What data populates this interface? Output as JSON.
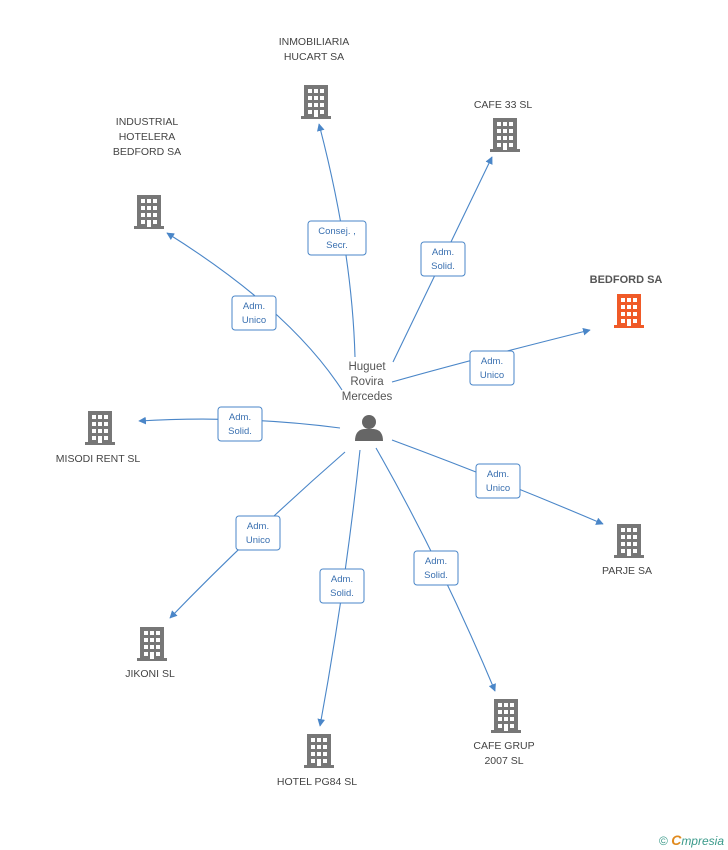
{
  "center": {
    "name_lines": [
      "Huguet",
      "Rovira",
      "Mercedes"
    ],
    "icon": "person-icon"
  },
  "companies": [
    {
      "id": "inmobiliaria-hucart",
      "lines": [
        "INMOBILIARIA",
        "HUCART SA"
      ],
      "role_lines": [
        "Consej. ,",
        "Secr."
      ],
      "highlight": false
    },
    {
      "id": "cafe-33",
      "lines": [
        "CAFE 33 SL"
      ],
      "role_lines": [
        "Adm.",
        "Solid."
      ],
      "highlight": false
    },
    {
      "id": "industrial-hotelera-bedford",
      "lines": [
        "INDUSTRIAL",
        "HOTELERA",
        "BEDFORD SA"
      ],
      "role_lines": [
        "Adm.",
        "Unico"
      ],
      "highlight": false
    },
    {
      "id": "bedford",
      "lines": [
        "BEDFORD SA"
      ],
      "role_lines": [
        "Adm.",
        "Unico"
      ],
      "highlight": true
    },
    {
      "id": "misodi-rent",
      "lines": [
        "MISODI RENT SL"
      ],
      "role_lines": [
        "Adm.",
        "Solid."
      ],
      "highlight": false
    },
    {
      "id": "parje",
      "lines": [
        "PARJE SA"
      ],
      "role_lines": [
        "Adm.",
        "Unico"
      ],
      "highlight": false
    },
    {
      "id": "jikoni",
      "lines": [
        "JIKONI SL"
      ],
      "role_lines": [
        "Adm.",
        "Unico"
      ],
      "highlight": false
    },
    {
      "id": "hotel-pg84",
      "lines": [
        "HOTEL PG84 SL"
      ],
      "role_lines": [
        "Adm.",
        "Solid."
      ],
      "highlight": false
    },
    {
      "id": "cafe-grup-2007",
      "lines": [
        "CAFE GRUP",
        "2007 SL"
      ],
      "role_lines": [
        "Adm.",
        "Solid."
      ],
      "highlight": false
    }
  ],
  "colors": {
    "edge": "#4a86c8",
    "building": "#777777",
    "highlight": "#f05a28",
    "person": "#666666"
  },
  "footer": {
    "copyright": "©",
    "brand_first": "C",
    "brand_rest": "mpresia"
  }
}
